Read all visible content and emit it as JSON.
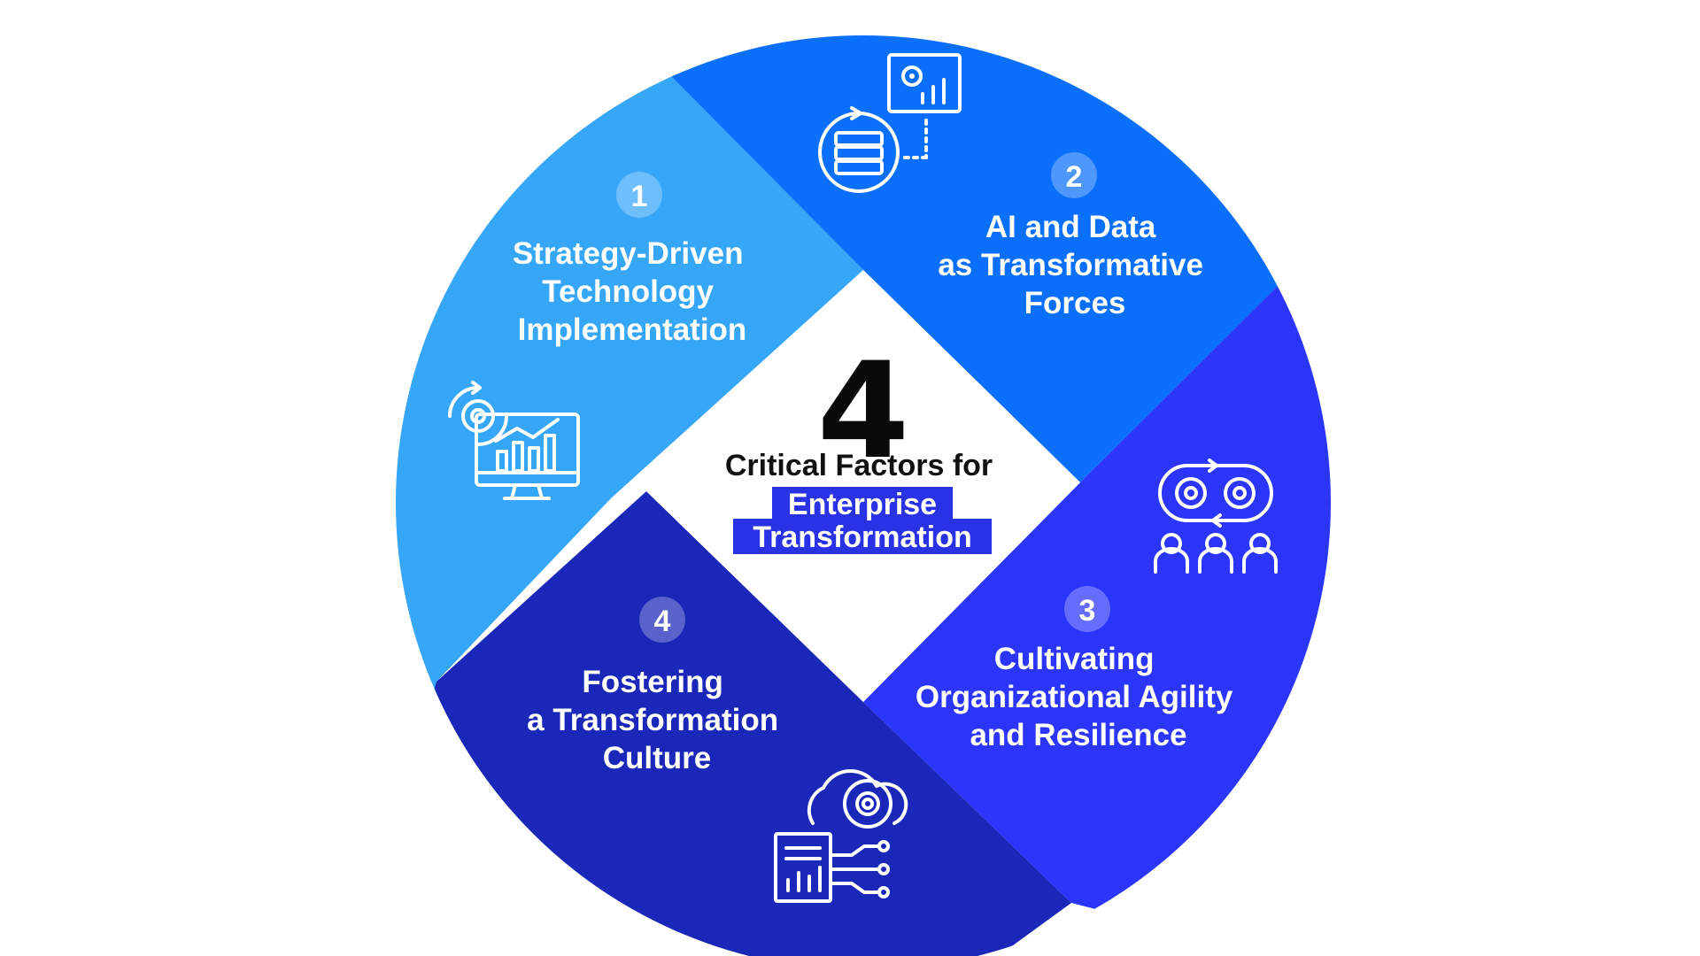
{
  "center": {
    "number": "4",
    "subtitle": "Critical Factors for",
    "highlight_line1": "Enterprise",
    "highlight_line2": "Transformation"
  },
  "factors": [
    {
      "number": "1",
      "title_lines": [
        "Strategy-Driven",
        "Technology",
        "Implementation"
      ],
      "icon": "monitor-chart-gear-icon"
    },
    {
      "number": "2",
      "title_lines": [
        "AI and Data",
        "as Transformative",
        "Forces"
      ],
      "icon": "database-sync-dashboard-icon"
    },
    {
      "number": "3",
      "title_lines": [
        "Cultivating",
        "Organizational Agility",
        "and Resilience"
      ],
      "icon": "team-gears-cycle-icon"
    },
    {
      "number": "4",
      "title_lines": [
        "Fostering",
        "a Transformation",
        "Culture"
      ],
      "icon": "cloud-document-circuit-gear-icon"
    }
  ],
  "colors": {
    "factor1": "#36a6f8",
    "factor2": "#0a6ffb",
    "factor3": "#2b35fb",
    "factor4": "#1b27b9",
    "highlight_bg": "#2a32e6",
    "center_bg": "#ffffff"
  }
}
